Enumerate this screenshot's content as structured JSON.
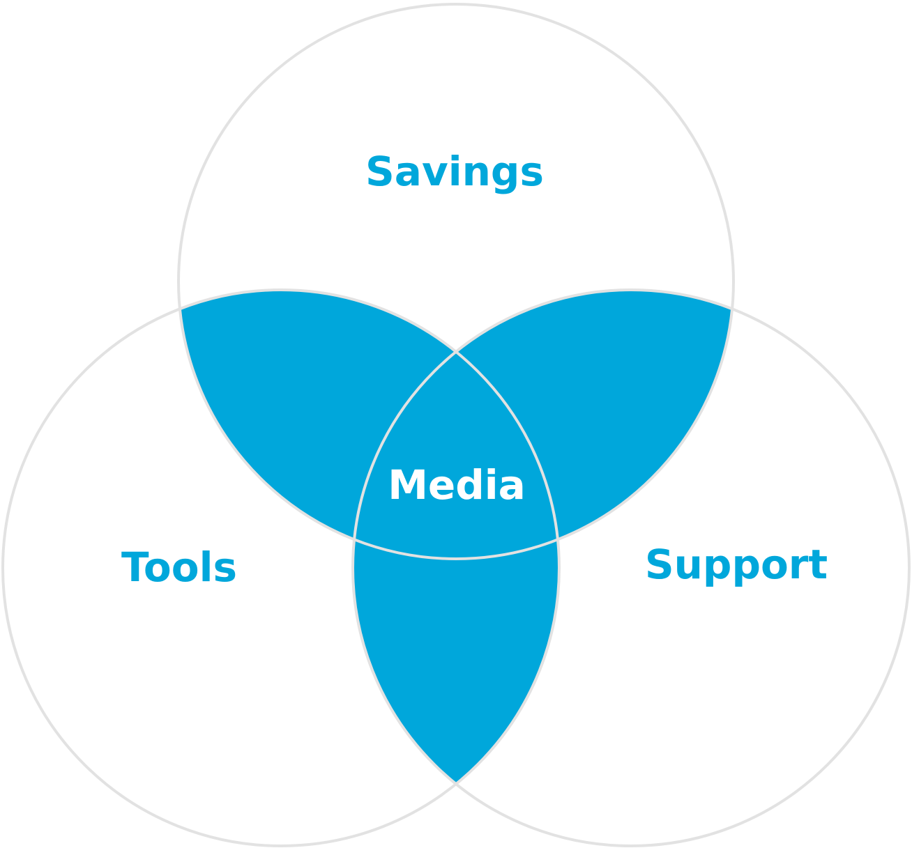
{
  "diagram": {
    "sets": [
      {
        "id": "top",
        "label": "Savings"
      },
      {
        "id": "left",
        "label": "Tools"
      },
      {
        "id": "right",
        "label": "Support"
      }
    ],
    "center_label": "Media",
    "colors": {
      "accent": "#00A7DB",
      "outline": "#E2E2E2",
      "center_text": "#FFFFFF",
      "background": "#FFFFFF"
    }
  }
}
